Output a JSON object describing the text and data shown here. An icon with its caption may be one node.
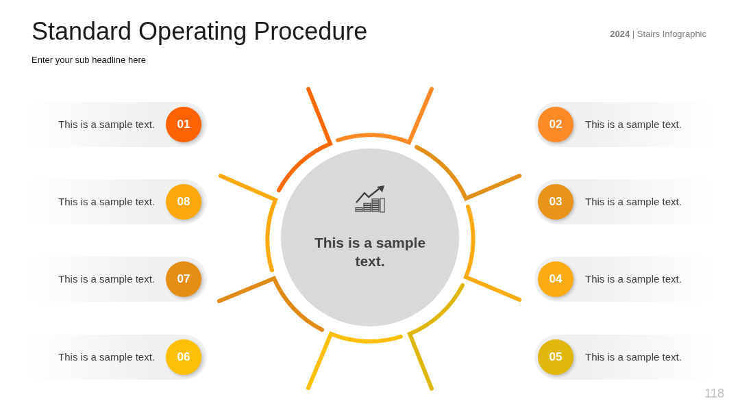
{
  "diagram": {
    "title": "Standard Operating Procedure",
    "nodes": [
      {
        "text": [
          "This is a sample text."
        ]
      },
      {
        "text": [
          "01"
        ],
        "in": 0
      },
      {
        "text": [
          "This is a sample text."
        ]
      },
      {
        "text": [
          "02"
        ],
        "in": 2
      },
      {
        "text": [
          "This is a sample text."
        ]
      },
      {
        "text": [
          "08"
        ],
        "in": 4
      },
      {
        "text": [
          "This is a sample text."
        ]
      },
      {
        "text": [
          "03"
        ],
        "in": 6
      },
      {
        "text": [
          "This is a sample text."
        ]
      },
      {
        "text": [
          "This is a sample text."
        ]
      },
      {
        "text": [
          "07"
        ],
        "in": 9
      },
      {
        "text": [
          "This is a sample text."
        ]
      },
      {
        "text": [
          "04"
        ],
        "in": 11
      },
      {
        "text": [
          "This is a sample text."
        ]
      },
      {
        "text": [
          "06"
        ],
        "in": 13
      },
      {
        "text": [
          "This is a sample text."
        ]
      },
      {
        "text": [
          "05"
        ],
        "in": 15
      }
    ],
    "labels": [
      "**2024** | Stairs Infographic",
      "Enter your sub headline here",
      "118"
    ]
  }
}
